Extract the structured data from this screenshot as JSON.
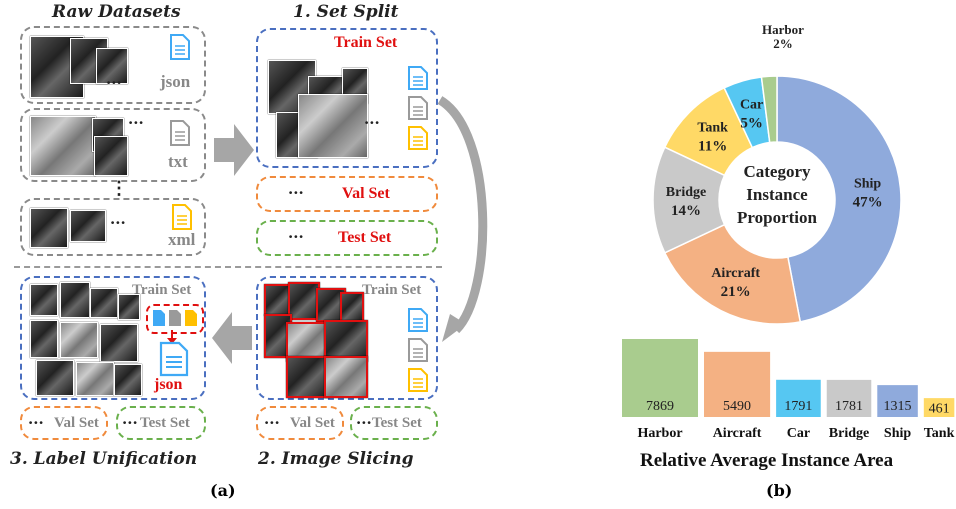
{
  "panel_a": {
    "raw_title": "Raw Datasets",
    "step1_title": "1. Set Split",
    "step2_title": "2. Image Slicing",
    "step3_title": "3. Label Unification",
    "json_label": "json",
    "txt_label": "txt",
    "xml_label": "xml",
    "train_set": "Train Set",
    "val_set": "Val Set",
    "test_set": "Test Set",
    "dots": "···",
    "vdots": "⋮",
    "caption": "(a)"
  },
  "panel_b": {
    "center_label_1": "Category",
    "center_label_2": "Instance",
    "center_label_3": "Proportion",
    "bar_title": "Relative Average Instance Area",
    "caption": "(b)"
  },
  "colors": {
    "harbor": "#a9cc8e",
    "aircraft": "#f4b183",
    "car": "#56c7f2",
    "bridge": "#c9c9c9",
    "ship": "#8faadc",
    "tank": "#ffd966",
    "blue_file": "#3fa9f5",
    "gray_file": "#9a9a9a",
    "yellow_file": "#ffc000"
  },
  "chart_data": [
    {
      "type": "pie",
      "title": "Category Instance Proportion",
      "categories": [
        "Ship",
        "Aircraft",
        "Bridge",
        "Tank",
        "Car",
        "Harbor"
      ],
      "values": [
        47,
        21,
        14,
        11,
        5,
        2
      ],
      "labels": [
        "47%",
        "21%",
        "14%",
        "11%",
        "5%",
        "2%"
      ]
    },
    {
      "type": "bar",
      "title": "Relative Average Instance Area",
      "categories": [
        "Harbor",
        "Aircraft",
        "Car",
        "Bridge",
        "Ship",
        "Tank"
      ],
      "values": [
        7869,
        5490,
        1791,
        1781,
        1315,
        461
      ]
    }
  ]
}
